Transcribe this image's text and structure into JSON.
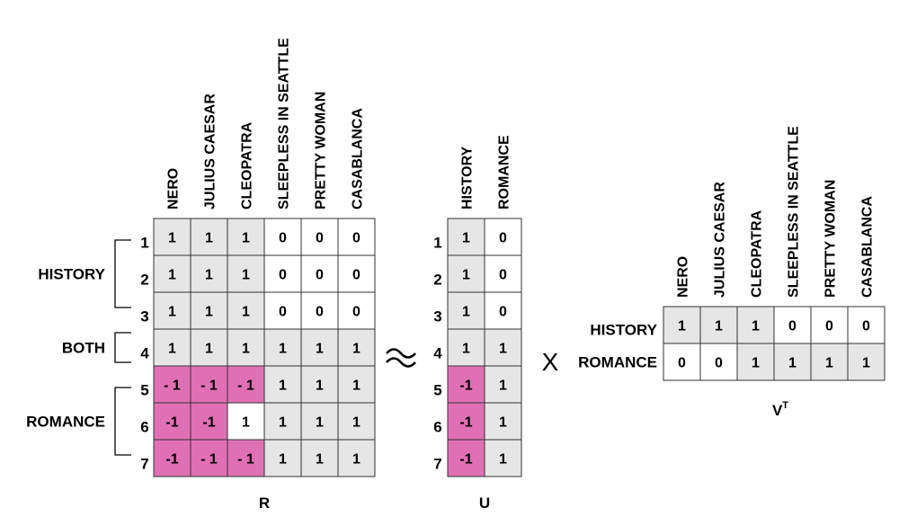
{
  "colors": {
    "gray": "#e6e6e6",
    "white": "#ffffff",
    "pink": "#e070b4",
    "border": "#333333"
  },
  "movies": [
    "NERO",
    "JULIUS CAESAR",
    "CLEOPATRA",
    "SLEEPLESS IN SEATTLE",
    "PRETTY WOMAN",
    "CASABLANCA"
  ],
  "concepts": [
    "HISTORY",
    "ROMANCE"
  ],
  "row_numbers": [
    "1",
    "2",
    "3",
    "4",
    "5",
    "6",
    "7"
  ],
  "groups": [
    {
      "label": "HISTORY",
      "rows": [
        1,
        3
      ]
    },
    {
      "label": "BOTH",
      "rows": [
        4,
        4
      ]
    },
    {
      "label": "ROMANCE",
      "rows": [
        5,
        7
      ]
    }
  ],
  "R": {
    "name": "R",
    "values": [
      [
        "1",
        "1",
        "1",
        "0",
        "0",
        "0"
      ],
      [
        "1",
        "1",
        "1",
        "0",
        "0",
        "0"
      ],
      [
        "1",
        "1",
        "1",
        "0",
        "0",
        "0"
      ],
      [
        "1",
        "1",
        "1",
        "1",
        "1",
        "1"
      ],
      [
        "- 1",
        "- 1",
        "- 1",
        "1",
        "1",
        "1"
      ],
      [
        "-1",
        "-1",
        "1",
        "1",
        "1",
        "1"
      ],
      [
        "-1",
        "- 1",
        "- 1",
        "1",
        "1",
        "1"
      ]
    ],
    "fills": [
      [
        "g",
        "g",
        "g",
        "w",
        "w",
        "w"
      ],
      [
        "g",
        "g",
        "g",
        "w",
        "w",
        "w"
      ],
      [
        "g",
        "g",
        "g",
        "w",
        "w",
        "w"
      ],
      [
        "g",
        "g",
        "g",
        "g",
        "g",
        "g"
      ],
      [
        "p",
        "p",
        "p",
        "g",
        "g",
        "g"
      ],
      [
        "p",
        "p",
        "w",
        "g",
        "g",
        "g"
      ],
      [
        "p",
        "p",
        "p",
        "g",
        "g",
        "g"
      ]
    ]
  },
  "approx_symbol": "≈",
  "U": {
    "name": "U",
    "values": [
      [
        "1",
        "0"
      ],
      [
        "1",
        "0"
      ],
      [
        "1",
        "0"
      ],
      [
        "1",
        "1"
      ],
      [
        "-1",
        "1"
      ],
      [
        "-1",
        "1"
      ],
      [
        "-1",
        "1"
      ]
    ],
    "fills": [
      [
        "g",
        "w"
      ],
      [
        "g",
        "w"
      ],
      [
        "g",
        "w"
      ],
      [
        "g",
        "g"
      ],
      [
        "p",
        "g"
      ],
      [
        "p",
        "g"
      ],
      [
        "p",
        "g"
      ]
    ]
  },
  "times_symbol": "X",
  "VT": {
    "name": "V",
    "superscript": "T",
    "values": [
      [
        "1",
        "1",
        "1",
        "0",
        "0",
        "0"
      ],
      [
        "0",
        "0",
        "1",
        "1",
        "1",
        "1"
      ]
    ],
    "fills": [
      [
        "g",
        "g",
        "g",
        "w",
        "w",
        "w"
      ],
      [
        "w",
        "w",
        "g",
        "g",
        "g",
        "g"
      ]
    ]
  }
}
